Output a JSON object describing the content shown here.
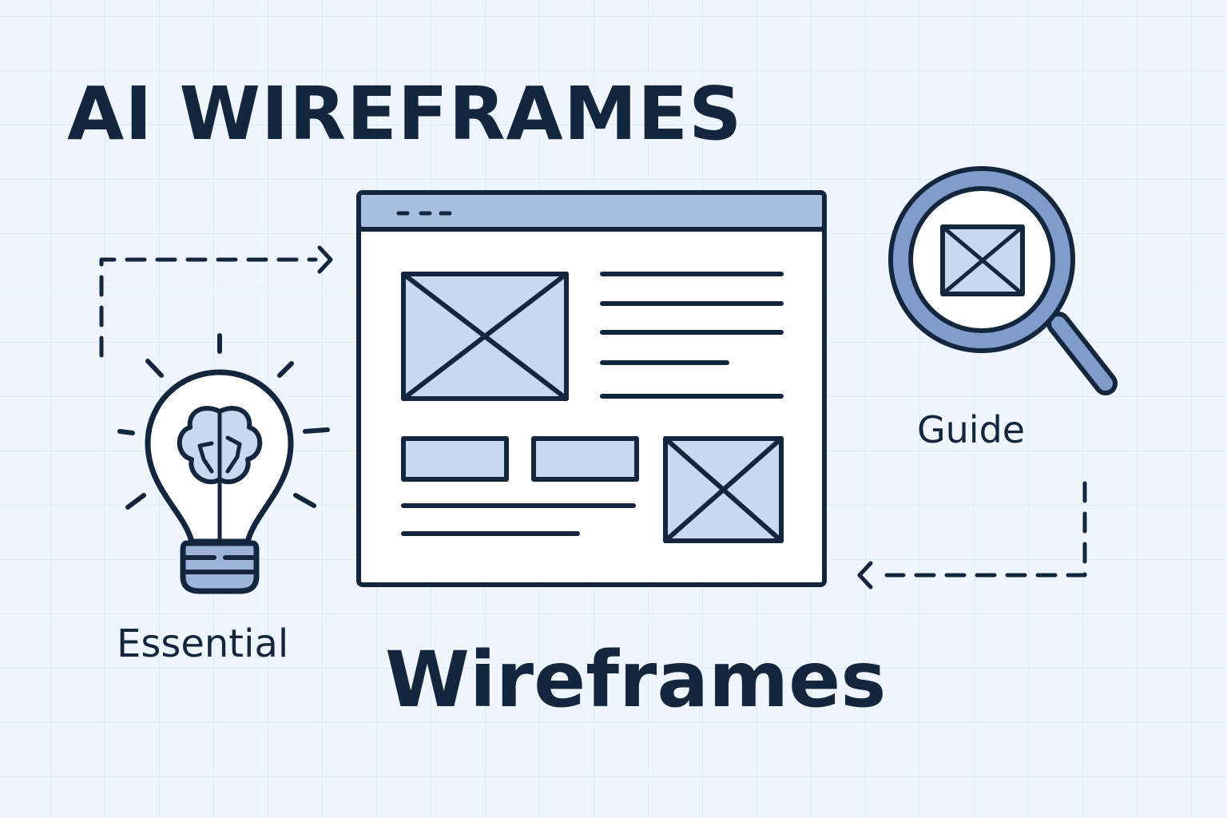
{
  "title": "AI WIREFRAMES",
  "subtitle": "Wireframes",
  "labels": {
    "essential": "Essential",
    "guide": "Guide"
  },
  "icons": [
    "lightbulb-brain-icon",
    "browser-wireframe-icon",
    "magnifier-image-icon",
    "dashed-arrow-icon"
  ],
  "colors": {
    "ink": "#14263d",
    "accent": "#7f9cca",
    "fill": "#c5d9f0",
    "background": "#eef5fc"
  }
}
